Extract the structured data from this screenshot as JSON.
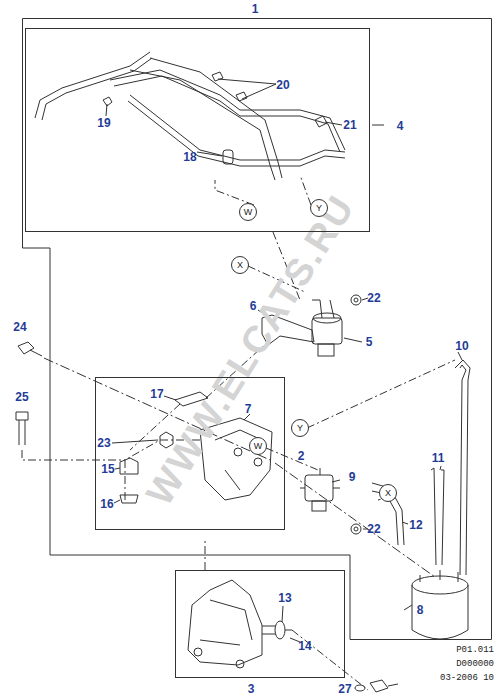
{
  "diagram": {
    "nodes": [
      {
        "text": [
          "1"
        ]
      },
      {
        "text": [
          "4"
        ],
        "in": 0
      },
      {
        "text": [
          "W"
        ],
        "in": 1
      },
      {
        "text": [
          "Y"
        ],
        "in": 1
      },
      {
        "text": [
          "X"
        ],
        "in": 0
      },
      {
        "text": [
          "2"
        ],
        "in": 0
      },
      {
        "text": [
          "Y"
        ],
        "in": 0
      },
      {
        "text": [
          "W"
        ],
        "in": 0
      },
      {
        "text": [
          "X"
        ],
        "in": 0
      },
      {
        "text": [
          "3"
        ]
      }
    ],
    "labels": [
      "19",
      "20",
      "18",
      "21",
      "22",
      "6",
      "5",
      "24",
      "17",
      "7",
      "10",
      "25",
      "23",
      "15",
      "9",
      "11",
      "16",
      "22",
      "12",
      "8",
      "13",
      "14",
      "27",
      "P01.011",
      "D000000",
      "03-2006 10",
      "WWW.ELCATS.RU"
    ]
  }
}
